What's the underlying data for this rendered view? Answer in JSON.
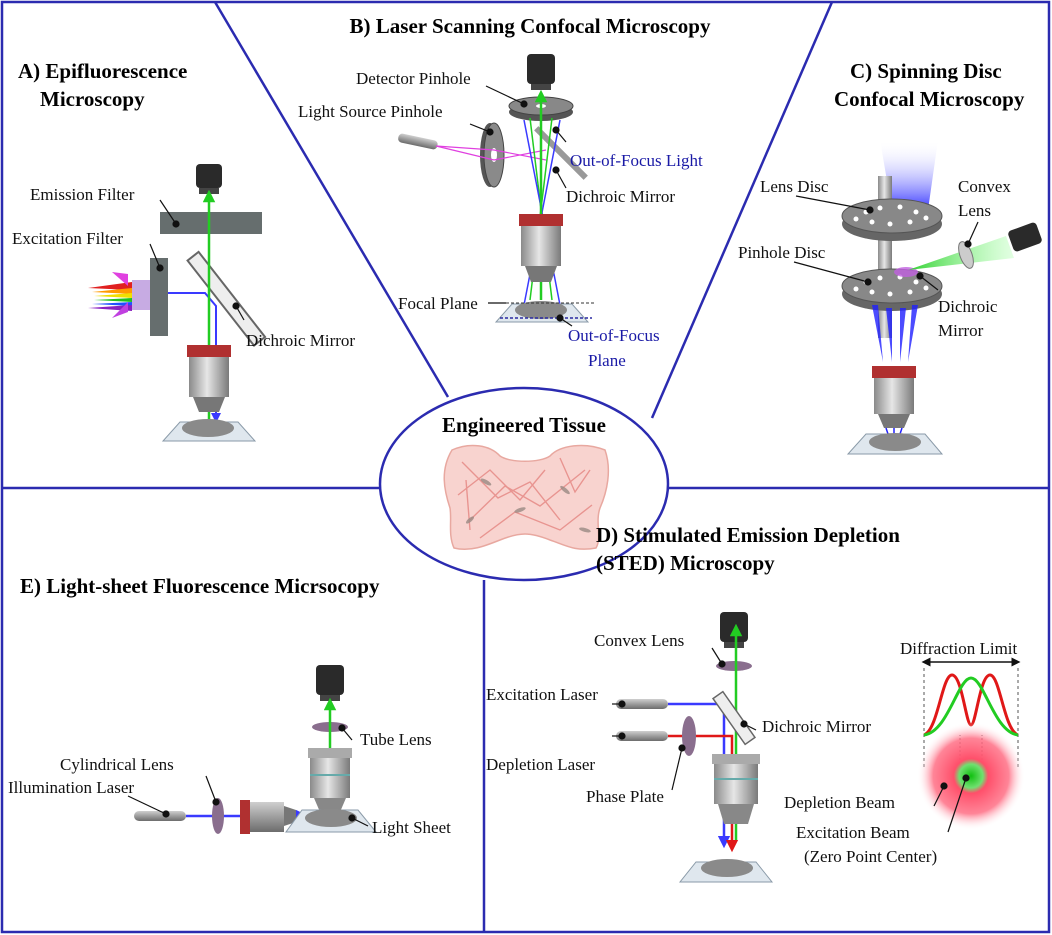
{
  "center": {
    "title": "Engineered Tissue"
  },
  "panels": {
    "a": {
      "title_line1": "A) Epifluorescence",
      "title_line2": "Microscopy",
      "labels": {
        "emission_filter": "Emission Filter",
        "excitation_filter": "Excitation Filter",
        "dichroic_mirror": "Dichroic Mirror"
      }
    },
    "b": {
      "title": "B) Laser Scanning Confocal Microscopy",
      "labels": {
        "detector_pinhole": "Detector Pinhole",
        "light_source_pinhole": "Light Source Pinhole",
        "out_of_focus_light": "Out-of-Focus Light",
        "dichroic_mirror": "Dichroic Mirror",
        "focal_plane": "Focal Plane",
        "out_of_focus_plane_1": "Out-of-Focus",
        "out_of_focus_plane_2": "Plane"
      }
    },
    "c": {
      "title_line1": "C) Spinning Disc",
      "title_line2": "Confocal Microscopy",
      "labels": {
        "lens_disc": "Lens Disc",
        "convex_lens_1": "Convex",
        "convex_lens_2": "Lens",
        "pinhole_disc": "Pinhole Disc",
        "dichroic_1": "Dichroic",
        "dichroic_2": "Mirror"
      }
    },
    "d": {
      "title_line1": "D) Stimulated Emission Depletion",
      "title_line2": "(STED) Microscopy",
      "labels": {
        "convex_lens": "Convex Lens",
        "excitation_laser": "Excitation Laser",
        "diffraction_limit": "Diffraction Limit",
        "dichroic_mirror": "Dichroic Mirror",
        "depletion_laser": "Depletion Laser",
        "phase_plate": "Phase Plate",
        "depletion_beam": "Depletion Beam",
        "excitation_beam": "Excitation Beam",
        "zero_point": "(Zero Point Center)"
      }
    },
    "e": {
      "title": "E) Light-sheet Fluorescence Micrsocopy",
      "labels": {
        "tube_lens": "Tube Lens",
        "cylindrical_lens": "Cylindrical Lens",
        "illumination_laser": "Illumination Laser",
        "light_sheet": "Light Sheet"
      }
    }
  },
  "colors": {
    "frame": "#2b2bb0",
    "emission": "#22cc22",
    "excitation": "#3a3aff",
    "depletion": "#e01818",
    "scanning": "#e040e0"
  }
}
